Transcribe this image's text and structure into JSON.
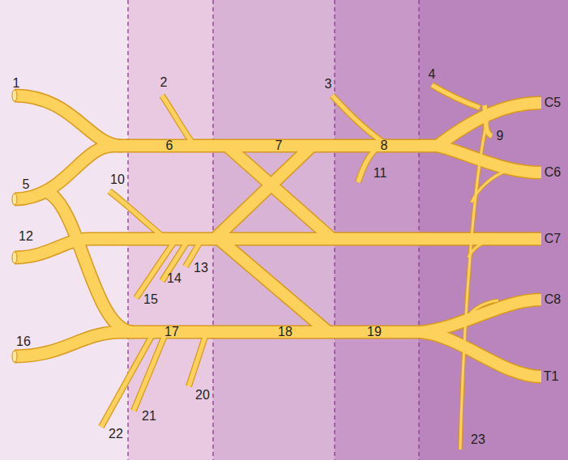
{
  "diagram": {
    "labels": [
      "1",
      "2",
      "3",
      "4",
      "5",
      "6",
      "7",
      "8",
      "9",
      "10",
      "11",
      "12",
      "13",
      "14",
      "15",
      "16",
      "17",
      "18",
      "19",
      "20",
      "21",
      "22",
      "23",
      "C5",
      "C6",
      "C7",
      "C8",
      "T1"
    ]
  }
}
